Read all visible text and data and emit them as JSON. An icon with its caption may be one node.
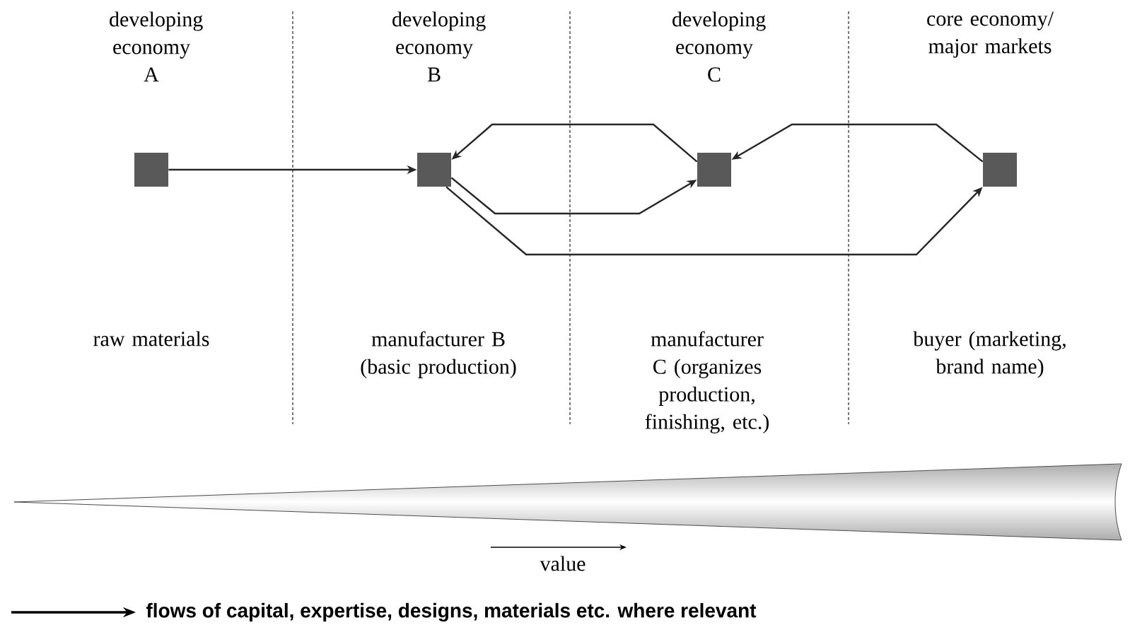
{
  "diagram": {
    "nodes": [
      {
        "text": [],
        "shape": "box"
      },
      {
        "text": [],
        "shape": "box"
      },
      {
        "text": [],
        "shape": "box"
      },
      {
        "text": [],
        "shape": "box"
      }
    ],
    "edges": [
      {
        "from": 0,
        "to": 1,
        "arrow": "to"
      },
      {
        "from": 2,
        "to": 1,
        "arrow": "to"
      },
      {
        "from": 1,
        "to": 2,
        "arrow": "to"
      },
      {
        "from": 3,
        "to": 2,
        "arrow": "to"
      },
      {
        "from": 1,
        "to": 3,
        "arrow": "to"
      }
    ],
    "labels": [
      "developing economy A",
      "developing economy B",
      "developing economy C",
      "core economy/ major markets",
      "raw materials",
      "manufacturer B (basic production)",
      "manufacturer C (organizes production, finishing, etc.)",
      "buyer (marketing, brand name)",
      "value"
    ],
    "legend": [
      {
        "text": "flows of capital, expertise, designs, materials etc. where relevant"
      }
    ]
  }
}
